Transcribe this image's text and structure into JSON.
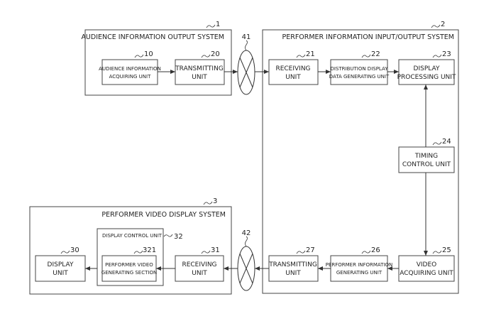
{
  "systems": {
    "audience": {
      "title": "AUDIENCE INFORMATION OUTPUT SYSTEM",
      "ref": "1"
    },
    "performer_io": {
      "title": "PERFORMER INFORMATION INPUT/OUTPUT SYSTEM",
      "ref": "2"
    },
    "performer_video": {
      "title": "PERFORMER VIDEO DISPLAY SYSTEM",
      "ref": "3"
    }
  },
  "units": {
    "u10": {
      "lines": [
        "AUDIENCE INFORMATION",
        "ACQUIRING UNIT"
      ],
      "ref": "10"
    },
    "u20": {
      "lines": [
        "TRANSMITTING",
        "UNIT"
      ],
      "ref": "20"
    },
    "u21": {
      "lines": [
        "RECEIVING",
        "UNIT"
      ],
      "ref": "21"
    },
    "u22": {
      "lines": [
        "DISTRIBUTION DISPLAY",
        "DATA GENERATING UNIT"
      ],
      "ref": "22"
    },
    "u23": {
      "lines": [
        "DISPLAY",
        "PROCESSING UNIT"
      ],
      "ref": "23"
    },
    "u24": {
      "lines": [
        "TIMING",
        "CONTROL UNIT"
      ],
      "ref": "24"
    },
    "u25": {
      "lines": [
        "VIDEO",
        "ACQUIRING UNIT"
      ],
      "ref": "25"
    },
    "u26": {
      "lines": [
        "PERFORMER INFORMATION",
        "GENERATING UNIT"
      ],
      "ref": "26"
    },
    "u27": {
      "lines": [
        "TRANSMITTING",
        "UNIT"
      ],
      "ref": "27"
    },
    "u30": {
      "lines": [
        "DISPLAY",
        "UNIT"
      ],
      "ref": "30"
    },
    "u31": {
      "lines": [
        "RECEIVING",
        "UNIT"
      ],
      "ref": "31"
    },
    "u32": {
      "title": "DISPLAY CONTROL UNIT",
      "ref": "32"
    },
    "u321": {
      "lines": [
        "PERFORMER VIDEO",
        "GENERATING SECTION"
      ],
      "ref": "321"
    }
  },
  "networks": {
    "n41": {
      "ref": "41"
    },
    "n42": {
      "ref": "42"
    }
  }
}
